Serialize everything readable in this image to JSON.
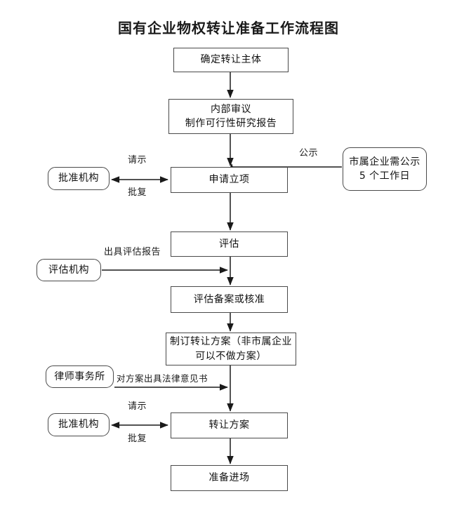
{
  "diagram": {
    "title": "国有企业物权转让准备工作流程图",
    "nodes": {
      "determine_subject": {
        "label": "确定转让主体"
      },
      "internal_review_l1": {
        "label": "内部审议"
      },
      "internal_review_l2": {
        "label": "制作可行性研究报告"
      },
      "approval_org_top": {
        "label": "批准机构"
      },
      "apply_project": {
        "label": "申请立项"
      },
      "city_enterprise_l1": {
        "label": "市属企业需公示"
      },
      "city_enterprise_l2": {
        "label": "5 个工作日"
      },
      "appraisal": {
        "label": "评估"
      },
      "appraisal_org": {
        "label": "评估机构"
      },
      "appraisal_record": {
        "label": "评估备案或核准"
      },
      "draft_plan_l1": {
        "label": "制订转让方案（非市属企业"
      },
      "draft_plan_l2": {
        "label": "可以不做方案）"
      },
      "law_firm": {
        "label": "律师事务所"
      },
      "approval_org_bottom": {
        "label": "批准机构"
      },
      "transfer_plan": {
        "label": "转让方案"
      },
      "prepare_entry": {
        "label": "准备进场"
      }
    },
    "edge_labels": {
      "request_top": "请示",
      "reply_top": "批复",
      "publicity": "公示",
      "issue_appraisal_report": "出具评估报告",
      "legal_opinion": "对方案出具法律意见书",
      "request_bottom": "请示",
      "reply_bottom": "批复"
    },
    "colors": {
      "stroke": "#4a4a4a",
      "wire": "#1a1a1a",
      "background": "#ffffff",
      "text": "#121212"
    }
  }
}
